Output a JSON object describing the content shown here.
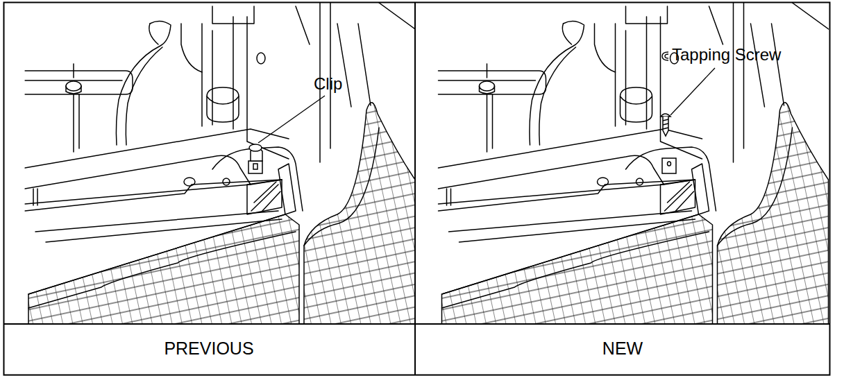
{
  "diagram": {
    "labels": [
      "Clip",
      "Tapping Screw",
      "PREVIOUS",
      "NEW"
    ]
  }
}
